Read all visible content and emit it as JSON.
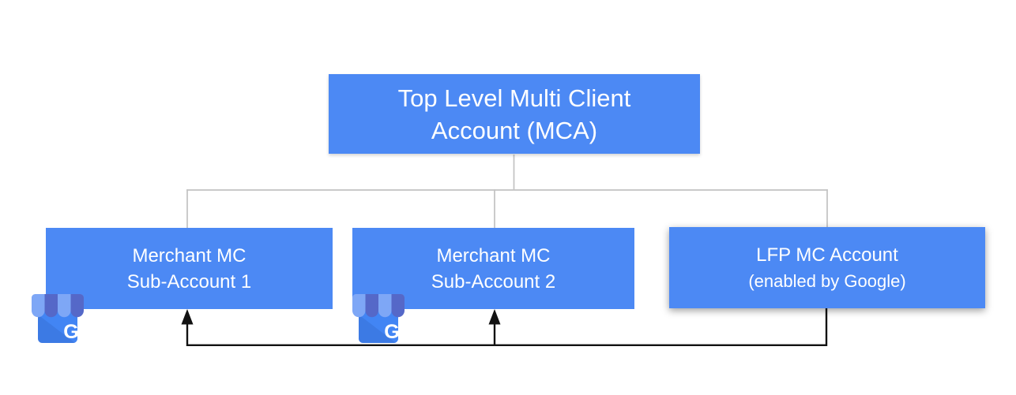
{
  "colors": {
    "page_bg": "#ffffff",
    "box_blue": "#4C89F4",
    "box_text": "#ffffff",
    "connector_gray": "#c2c2c2",
    "arrow_black": "#121212",
    "icon_body_blue": "#4285F4",
    "icon_awning_light": "#7EA7F6",
    "icon_awning_dark": "#5568C8",
    "icon_letter_color": "#ffffff"
  },
  "diagram": {
    "root_node": {
      "line1": "Top Level Multi Client",
      "line2": "Account (MCA)"
    },
    "child_nodes": [
      {
        "line1": "Merchant MC",
        "line2": "Sub-Account 1"
      },
      {
        "line1": "Merchant MC",
        "line2": "Sub-Account 2"
      },
      {
        "line1": "LFP MC Account",
        "line2": "(enabled by Google)"
      }
    ],
    "business_icon": {
      "name": "google-my-business-storefront-icon",
      "letter": "G"
    }
  }
}
